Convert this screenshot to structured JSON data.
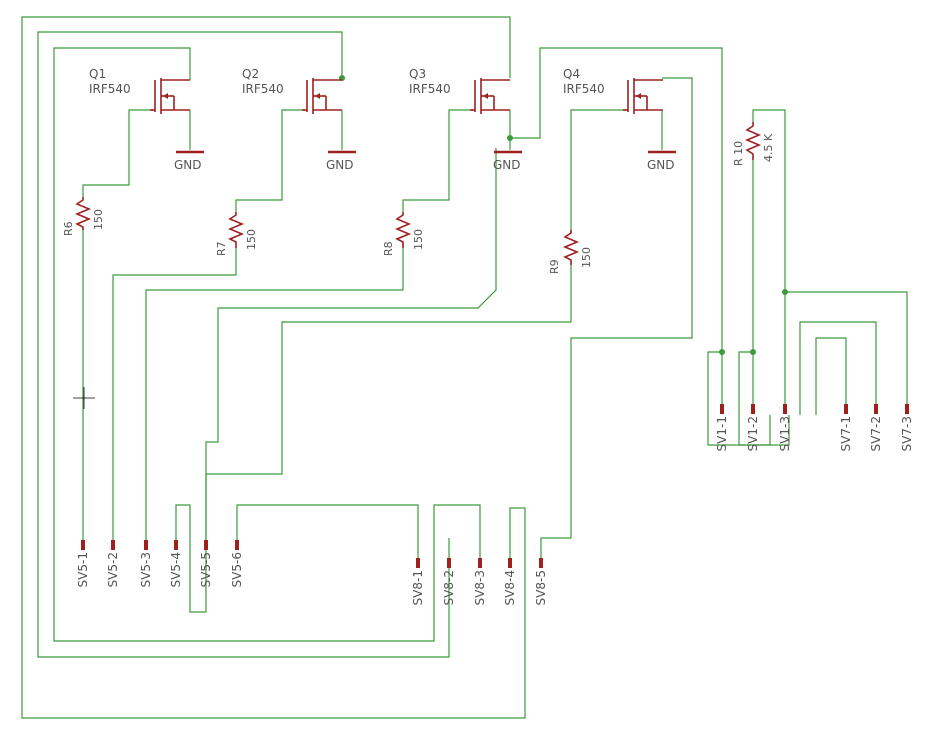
{
  "colors": {
    "wire": "#3c9a3c",
    "part": "#a02020",
    "text": "#555555"
  },
  "transistors": [
    {
      "name": "Q1",
      "value": "IRF540",
      "gnd": "GND"
    },
    {
      "name": "Q2",
      "value": "IRF540",
      "gnd": "GND"
    },
    {
      "name": "Q3",
      "value": "IRF540",
      "gnd": "GND"
    },
    {
      "name": "Q4",
      "value": "IRF540",
      "gnd": "GND"
    }
  ],
  "resistors": [
    {
      "name": "R6",
      "value": "150"
    },
    {
      "name": "R7",
      "value": "150"
    },
    {
      "name": "R8",
      "value": "150"
    },
    {
      "name": "R9",
      "value": "150"
    },
    {
      "name": "R 10",
      "value": "4.5 K"
    }
  ],
  "connectors": {
    "sv5": [
      "SV5-1",
      "SV5-2",
      "SV5-3",
      "SV5-4",
      "SV5-5",
      "SV5-6"
    ],
    "sv8": [
      "SV8-1",
      "SV8-2",
      "SV8-3",
      "SV8-4",
      "SV8-5"
    ],
    "sv1": [
      "SV1-1",
      "SV1-2",
      "SV1-3"
    ],
    "sv7": [
      "SV7-1",
      "SV7-2",
      "SV7-3"
    ]
  }
}
